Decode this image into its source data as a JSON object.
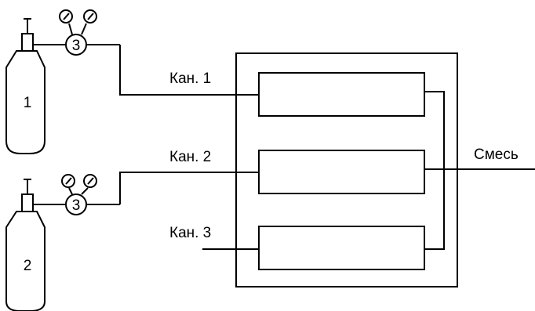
{
  "cylinders": [
    {
      "label": "1"
    },
    {
      "label": "2"
    }
  ],
  "regulators": [
    {
      "label": "3"
    },
    {
      "label": "3"
    }
  ],
  "channels": [
    {
      "label": "Кан. 1"
    },
    {
      "label": "Кан. 2"
    },
    {
      "label": "Кан. 3"
    }
  ],
  "output": {
    "label": "Смесь"
  }
}
